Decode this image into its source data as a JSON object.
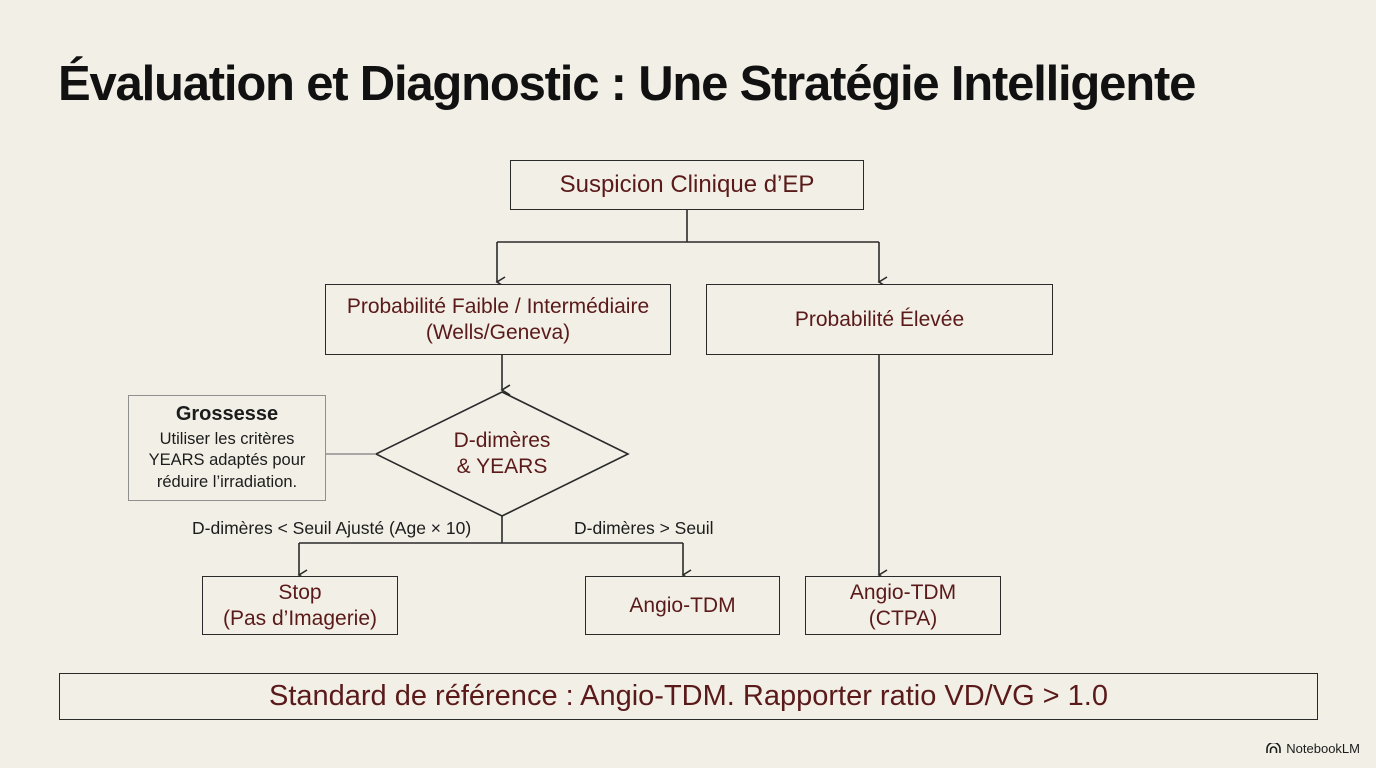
{
  "title": "Évaluation et Diagnostic : Une Stratégie Intelligente",
  "nodes": {
    "suspicion": {
      "line1": "Suspicion Clinique d’EP"
    },
    "low_prob": {
      "line1": "Probabilité Faible / Intermédiaire",
      "line2": "(Wells/Geneva)"
    },
    "high_prob": {
      "line1": "Probabilité Élevée"
    },
    "ddimer": {
      "line1": "D-dimères",
      "line2": "& YEARS"
    },
    "stop": {
      "line1": "Stop",
      "line2": "(Pas d’Imagerie)"
    },
    "angio_mid": {
      "line1": "Angio-TDM"
    },
    "angio_right": {
      "line1": "Angio-TDM",
      "line2": "(CTPA)"
    }
  },
  "pregnancy_note": {
    "title": "Grossesse",
    "line1": "Utiliser les critères",
    "line2": "YEARS adaptés pour",
    "line3": "réduire l’irradiation."
  },
  "branches": {
    "left": "D-dimères < Seuil Ajusté (Age × 10)",
    "right": "D-dimères > Seuil"
  },
  "footer": "Standard de référence : Angio-TDM. Rapporter ratio VD/VG > 1.0",
  "brand": "NotebookLM"
}
